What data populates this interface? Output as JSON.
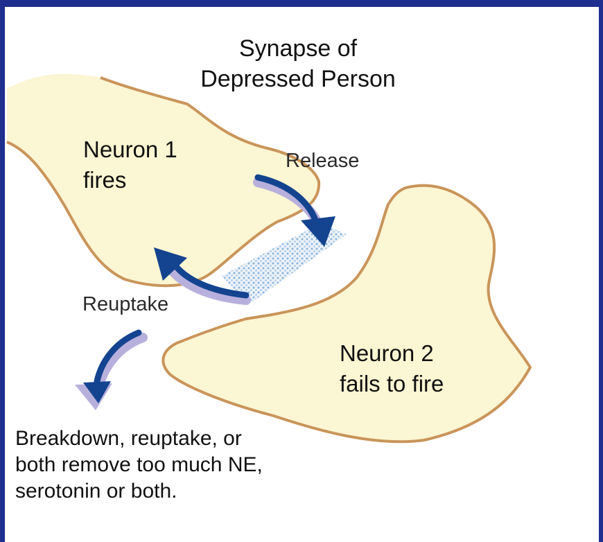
{
  "title": {
    "line1": "Synapse of",
    "line2": "Depressed Person"
  },
  "neuron1": {
    "line1": "Neuron 1",
    "line2": "fires"
  },
  "release": "Release",
  "reuptake": "Reuptake",
  "neuron2": {
    "line1": "Neuron 2",
    "line2": "fails to fire"
  },
  "caption": {
    "line1": "Breakdown, reuptake, or",
    "line2": "both remove too much NE,",
    "line3": "serotonin or both."
  },
  "colors": {
    "frame": "#1f2f8f",
    "neuron_fill": "#fbf6d3",
    "neuron_outline": "#c9955a",
    "arrow_dark": "#14448f",
    "arrow_light": "#b8b0dc",
    "synapse_dots": "#8fb8de"
  }
}
